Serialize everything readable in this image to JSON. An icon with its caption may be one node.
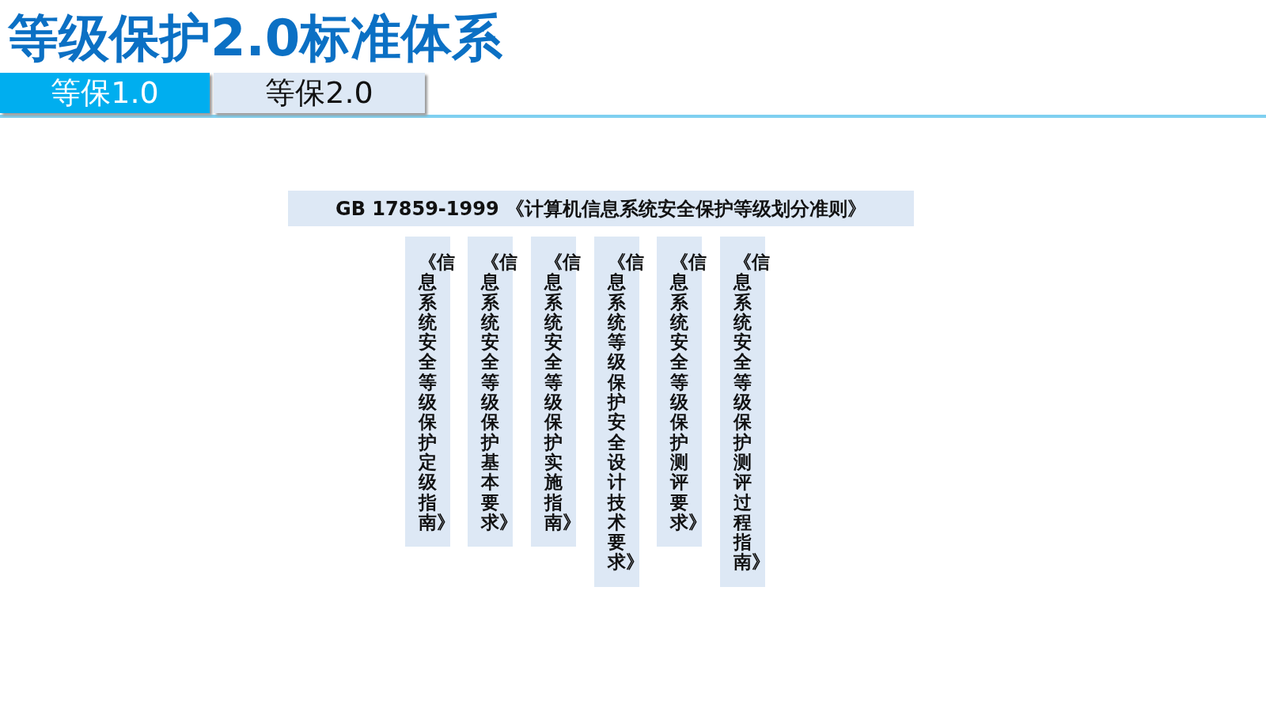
{
  "diagram": {
    "title": "等级保护2.0标准体系",
    "nodes": [
      {
        "text": [
          "等保1.0"
        ]
      },
      {
        "text": [
          "等保2.0"
        ]
      },
      {
        "text": [
          "GB 17859-1999 《计算机信息系统安全保护等级划分准则》"
        ]
      },
      {
        "text": [
          "《信息系统安全等级保护定级指南》"
        ]
      },
      {
        "text": [
          "《信息系统安全等级保护基本要求》"
        ]
      },
      {
        "text": [
          "《信息系统安全等级保护实施指南》"
        ]
      },
      {
        "text": [
          "《信息系统等级保护安全设计技术要求》"
        ]
      },
      {
        "text": [
          "《信息系统安全等级保护测评要求》"
        ]
      },
      {
        "text": [
          "《信息系统安全等级保护测评过程指南》"
        ]
      }
    ]
  }
}
